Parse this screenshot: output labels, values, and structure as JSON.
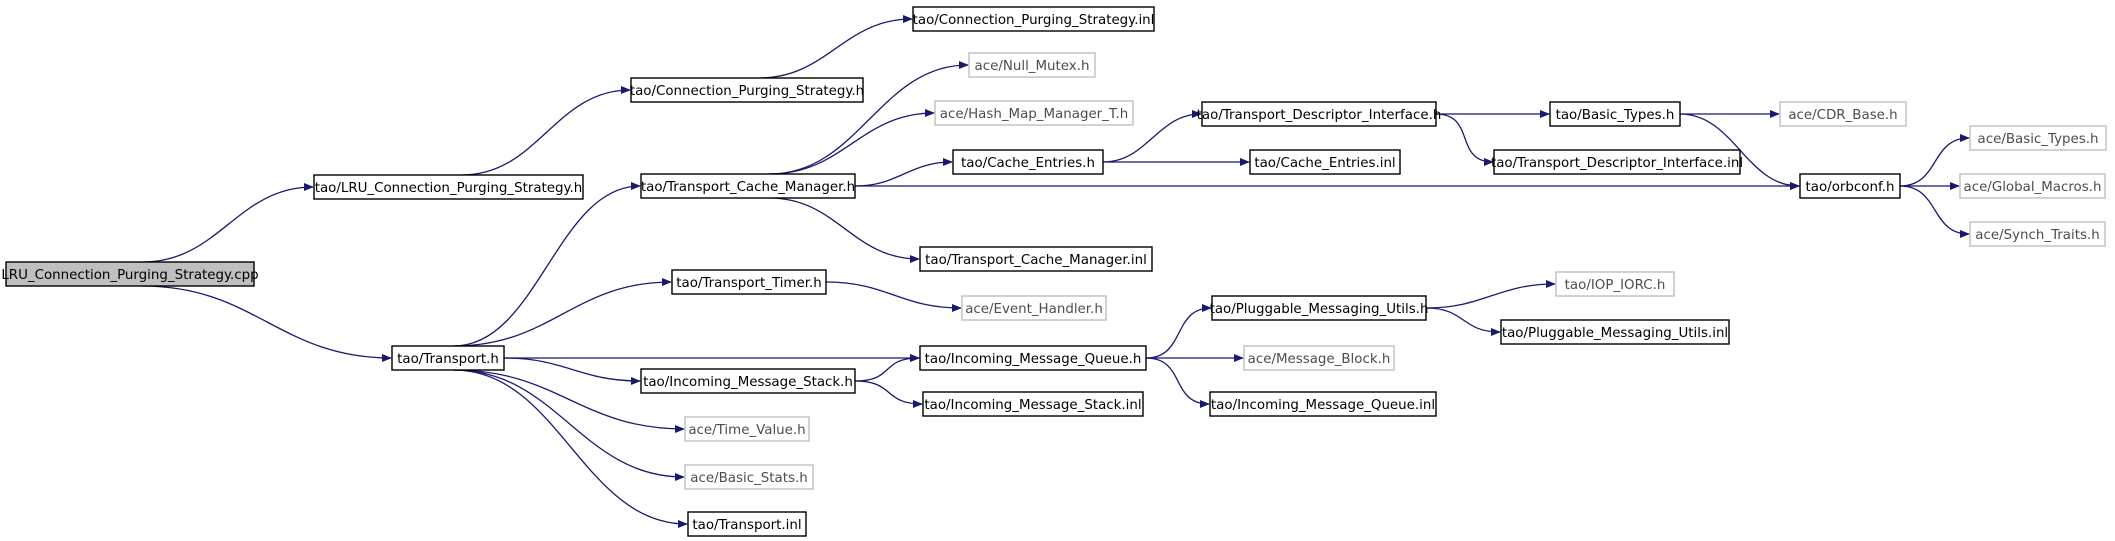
{
  "colors": {
    "edge": "#191970",
    "node_border": "#000000",
    "external_node_border": "#bfbfbf",
    "root_fill": "#bfbfbf",
    "background": "#ffffff"
  },
  "nodes": {
    "root": {
      "label": "LRU_Connection_Purging_Strategy.cpp",
      "kind": "root"
    },
    "lru_cps_h": {
      "label": "tao/LRU_Connection_Purging_Strategy.h",
      "kind": "internal"
    },
    "cps_h": {
      "label": "tao/Connection_Purging_Strategy.h",
      "kind": "internal"
    },
    "cps_inl": {
      "label": "tao/Connection_Purging_Strategy.inl",
      "kind": "internal"
    },
    "transport_h": {
      "label": "tao/Transport.h",
      "kind": "internal"
    },
    "tcm_h": {
      "label": "tao/Transport_Cache_Manager.h",
      "kind": "internal"
    },
    "null_mutex": {
      "label": "ace/Null_Mutex.h",
      "kind": "external"
    },
    "hash_map": {
      "label": "ace/Hash_Map_Manager_T.h",
      "kind": "external"
    },
    "cache_entries_h": {
      "label": "tao/Cache_Entries.h",
      "kind": "internal"
    },
    "tdi_h": {
      "label": "tao/Transport_Descriptor_Interface.h",
      "kind": "internal"
    },
    "basic_types_tao": {
      "label": "tao/Basic_Types.h",
      "kind": "internal"
    },
    "cdr_base": {
      "label": "ace/CDR_Base.h",
      "kind": "external"
    },
    "tdi_inl": {
      "label": "tao/Transport_Descriptor_Interface.inl",
      "kind": "internal"
    },
    "cache_entries_inl": {
      "label": "tao/Cache_Entries.inl",
      "kind": "internal"
    },
    "orbconf": {
      "label": "tao/orbconf.h",
      "kind": "internal"
    },
    "basic_types_ace": {
      "label": "ace/Basic_Types.h",
      "kind": "external"
    },
    "global_macros": {
      "label": "ace/Global_Macros.h",
      "kind": "external"
    },
    "synch_traits": {
      "label": "ace/Synch_Traits.h",
      "kind": "external"
    },
    "tcm_inl": {
      "label": "tao/Transport_Cache_Manager.inl",
      "kind": "internal"
    },
    "transport_timer": {
      "label": "tao/Transport_Timer.h",
      "kind": "internal"
    },
    "event_handler": {
      "label": "ace/Event_Handler.h",
      "kind": "external"
    },
    "pmu_h": {
      "label": "tao/Pluggable_Messaging_Utils.h",
      "kind": "internal"
    },
    "iop_iorc": {
      "label": "tao/IOP_IORC.h",
      "kind": "external"
    },
    "pmu_inl": {
      "label": "tao/Pluggable_Messaging_Utils.inl",
      "kind": "internal"
    },
    "imq_h": {
      "label": "tao/Incoming_Message_Queue.h",
      "kind": "internal"
    },
    "message_block": {
      "label": "ace/Message_Block.h",
      "kind": "external"
    },
    "ims_h": {
      "label": "tao/Incoming_Message_Stack.h",
      "kind": "internal"
    },
    "ims_inl": {
      "label": "tao/Incoming_Message_Stack.inl",
      "kind": "internal"
    },
    "imq_inl": {
      "label": "tao/Incoming_Message_Queue.inl",
      "kind": "internal"
    },
    "time_value": {
      "label": "ace/Time_Value.h",
      "kind": "external"
    },
    "basic_stats": {
      "label": "ace/Basic_Stats.h",
      "kind": "external"
    },
    "transport_inl": {
      "label": "tao/Transport.inl",
      "kind": "internal"
    }
  },
  "edges": [
    [
      "root",
      "lru_cps_h"
    ],
    [
      "root",
      "transport_h"
    ],
    [
      "lru_cps_h",
      "cps_h"
    ],
    [
      "cps_h",
      "cps_inl"
    ],
    [
      "transport_h",
      "tcm_h"
    ],
    [
      "transport_h",
      "transport_timer"
    ],
    [
      "transport_h",
      "imq_h"
    ],
    [
      "transport_h",
      "ims_h"
    ],
    [
      "transport_h",
      "time_value"
    ],
    [
      "transport_h",
      "basic_stats"
    ],
    [
      "transport_h",
      "transport_inl"
    ],
    [
      "tcm_h",
      "null_mutex"
    ],
    [
      "tcm_h",
      "hash_map"
    ],
    [
      "tcm_h",
      "cache_entries_h"
    ],
    [
      "tcm_h",
      "orbconf"
    ],
    [
      "tcm_h",
      "tcm_inl"
    ],
    [
      "cache_entries_h",
      "tdi_h"
    ],
    [
      "cache_entries_h",
      "cache_entries_inl"
    ],
    [
      "tdi_h",
      "basic_types_tao"
    ],
    [
      "tdi_h",
      "tdi_inl"
    ],
    [
      "basic_types_tao",
      "cdr_base"
    ],
    [
      "basic_types_tao",
      "orbconf"
    ],
    [
      "orbconf",
      "basic_types_ace"
    ],
    [
      "orbconf",
      "global_macros"
    ],
    [
      "orbconf",
      "synch_traits"
    ],
    [
      "transport_timer",
      "event_handler"
    ],
    [
      "ims_h",
      "imq_h"
    ],
    [
      "ims_h",
      "ims_inl"
    ],
    [
      "imq_h",
      "pmu_h"
    ],
    [
      "imq_h",
      "message_block"
    ],
    [
      "imq_h",
      "imq_inl"
    ],
    [
      "pmu_h",
      "iop_iorc"
    ],
    [
      "pmu_h",
      "pmu_inl"
    ]
  ]
}
